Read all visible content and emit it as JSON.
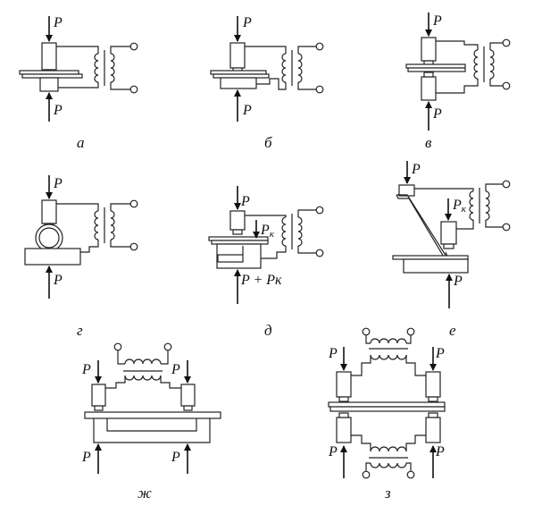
{
  "force_label": "P",
  "contact_force_label": "Pк",
  "sum_force_label": "P + Pк",
  "captions": [
    "а",
    "б",
    "в",
    "г",
    "д",
    "е",
    "ж",
    "з"
  ],
  "colors": {
    "line": "#222222",
    "background": "#ffffff"
  }
}
